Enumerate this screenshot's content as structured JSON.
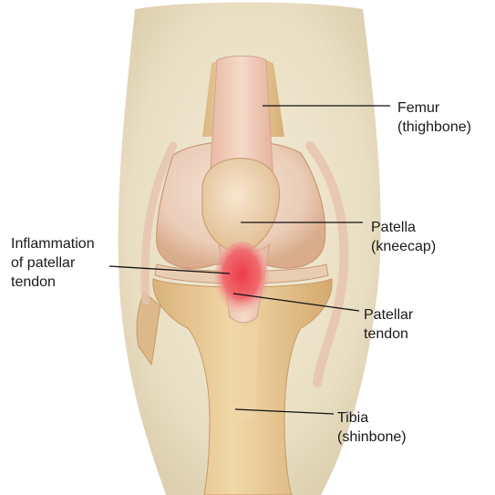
{
  "labels": {
    "femur": {
      "line1": "Femur",
      "line2": "(thighbone)"
    },
    "patella": {
      "line1": "Patella",
      "line2": "(kneecap)"
    },
    "inflammation": {
      "line1": "Inflammation",
      "line2": "of patellar",
      "line3": "tendon"
    },
    "tendon": {
      "line1": "Patellar",
      "line2": "tendon"
    },
    "tibia": {
      "line1": "Tibia",
      "line2": "(shinbone)"
    }
  },
  "colors": {
    "skin": "#efe6cf",
    "bone": "#e6c994",
    "tendon": "#f0c7b3",
    "inflamed": "#e8424a",
    "leader": "#111111"
  }
}
